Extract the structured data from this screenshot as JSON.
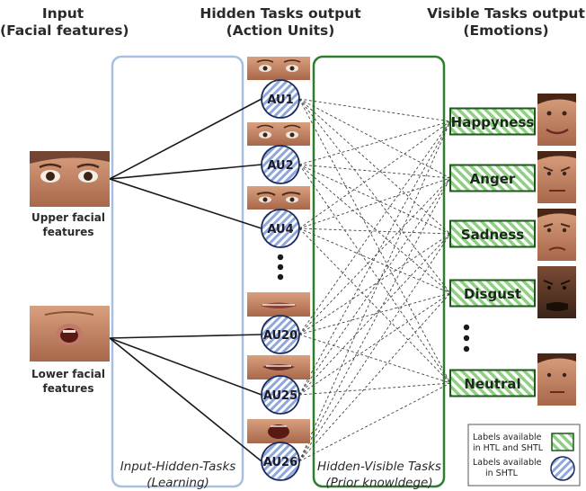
{
  "headers": {
    "input": [
      "Input",
      "(Facial features)"
    ],
    "hidden": [
      "Hidden Tasks output",
      "(Action Units)"
    ],
    "visible": [
      "Visible Tasks output",
      "(Emotions)"
    ]
  },
  "inputs": [
    {
      "line1": "Upper facial",
      "line2": "features"
    },
    {
      "line1": "Lower facial",
      "line2": "features"
    }
  ],
  "action_units": [
    "AU1",
    "AU2",
    "AU4",
    "AU20",
    "AU25",
    "AU26"
  ],
  "emotions": [
    "Happyness",
    "Anger",
    "Sadness",
    "Disgust",
    "Neutral"
  ],
  "panels": {
    "input_hidden": {
      "line1": "Input-Hidden-Tasks",
      "line2": "(Learning)"
    },
    "hidden_visible": {
      "line1": "Hidden-Visible Tasks",
      "line2": "(Prior knowldege)"
    }
  },
  "legend": {
    "htl": [
      "Labels available",
      "in HTL and SHTL"
    ],
    "shtl": [
      "Labels available",
      "in SHTL"
    ]
  },
  "colors": {
    "blue_panel": "#a9bfe0",
    "green_panel": "#2f7d2f",
    "emotion_fill": "#8fcf82",
    "au_fill": "#8fa8dc",
    "face_skin": "#c98a6a"
  }
}
